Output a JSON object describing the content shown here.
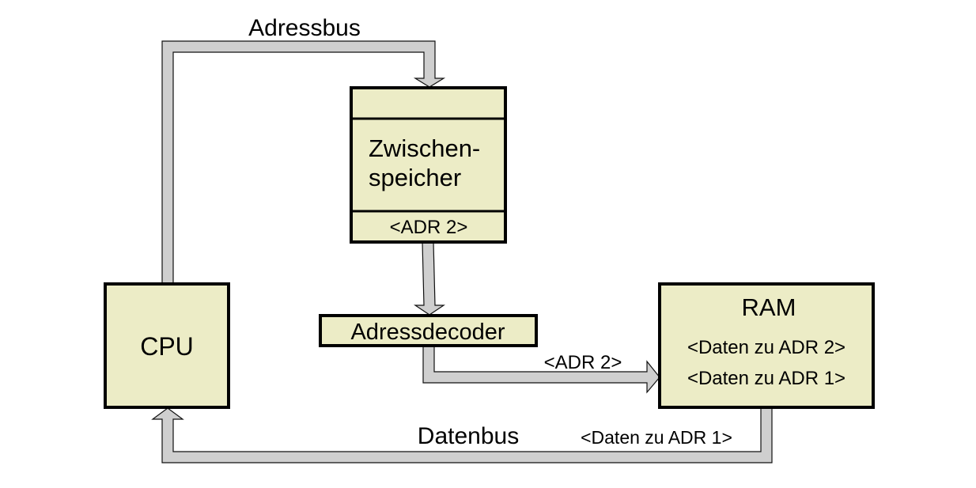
{
  "colors": {
    "block_fill": "#ececc6",
    "bus_fill": "#cfcfcf",
    "stroke": "#000000"
  },
  "labels": {
    "address_bus": "Adressbus",
    "data_bus": "Datenbus",
    "decoder_output": "<ADR 2>",
    "data_bus_value": "<Daten zu ADR 1>"
  },
  "latch": {
    "title_line1": "Zwischen-",
    "title_line2": "speicher",
    "stored": "<ADR 2>"
  },
  "cpu": {
    "label": "CPU"
  },
  "decoder": {
    "label": "Adressdecoder"
  },
  "ram": {
    "title": "RAM",
    "rows": [
      "<Daten zu ADR 2>",
      "<Daten zu ADR 1>"
    ]
  }
}
